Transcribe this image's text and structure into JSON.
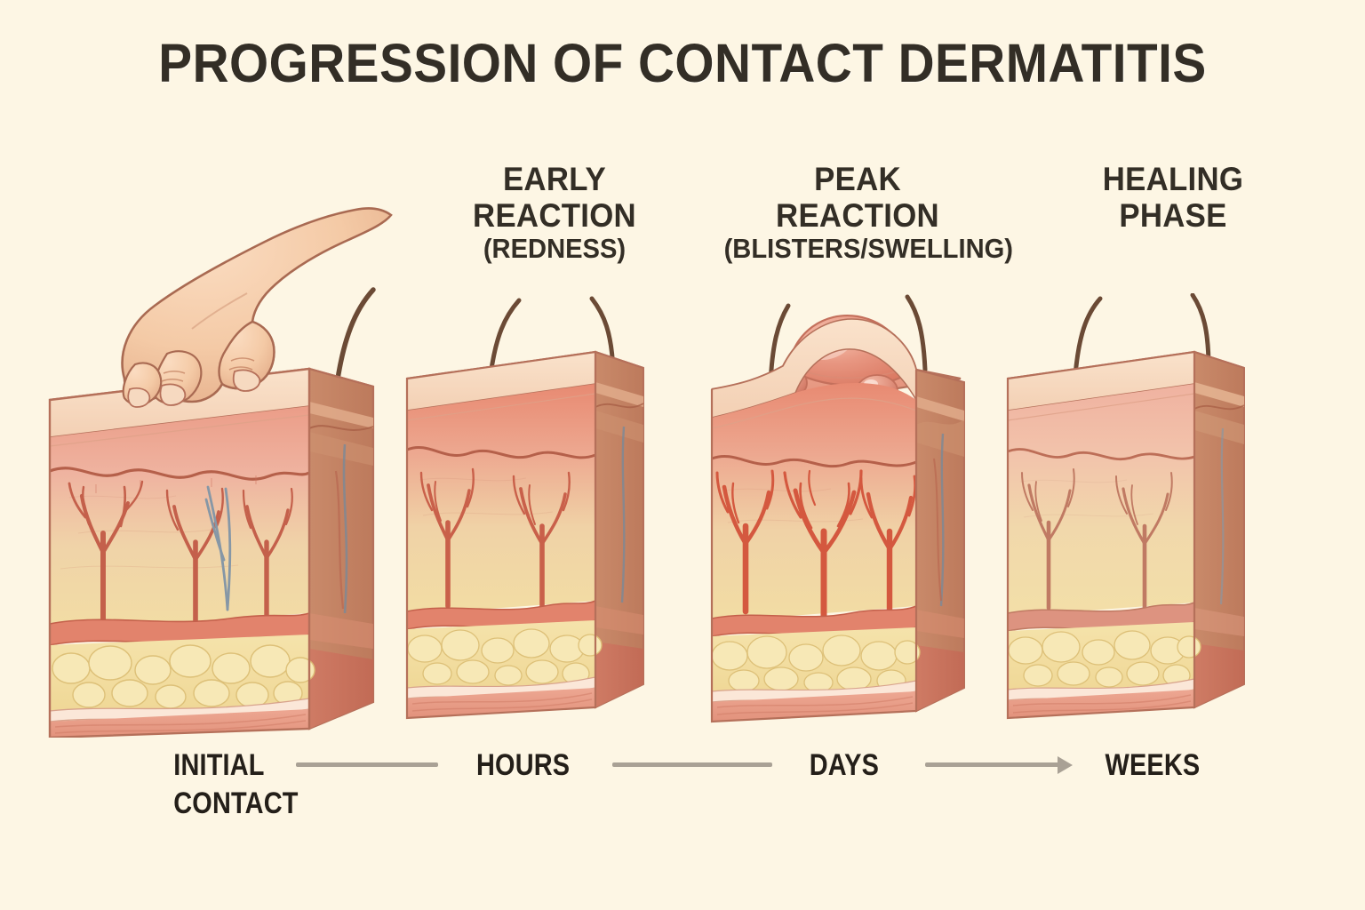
{
  "page": {
    "title": "PROGRESSION OF CONTACT DERMATITIS",
    "background_color": "#fdf6e4",
    "text_color": "#332e26"
  },
  "stages": [
    {
      "id": "initial-contact",
      "heading_line1": "",
      "heading_line2": "",
      "heading_sub": "",
      "timeline_label_line1": "INITIAL",
      "timeline_label_line2": "CONTACT",
      "has_hand": true,
      "hairs": 1,
      "blisters": 0,
      "vessel_color": "#c4604b",
      "dermis_top_color": "#eeae9e",
      "description": "Hand touching normal skin block"
    },
    {
      "id": "early-reaction",
      "heading_line1": "EARLY",
      "heading_line2": "REACTION",
      "heading_sub": "(REDNESS)",
      "timeline_label_line1": "HOURS",
      "timeline_label_line2": "",
      "has_hand": false,
      "hairs": 2,
      "blisters": 0,
      "vessel_color": "#c9604a",
      "dermis_top_color": "#eda693",
      "description": "Reddened skin block, dilated vessels"
    },
    {
      "id": "peak-reaction",
      "heading_line1": "PEAK",
      "heading_line2": "REACTION",
      "heading_sub": "(BLISTERS/SWELLING)",
      "timeline_label_line1": "DAYS",
      "timeline_label_line2": "",
      "has_hand": false,
      "hairs": 2,
      "blisters": 5,
      "vessel_color": "#d4583f",
      "dermis_top_color": "#f0a48f",
      "description": "Large dome blister plus four small vesicles, swelling"
    },
    {
      "id": "healing-phase",
      "heading_line1": "HEALING",
      "heading_line2": "PHASE",
      "heading_sub": "",
      "timeline_label_line1": "WEEKS",
      "timeline_label_line2": "",
      "has_hand": false,
      "hairs": 2,
      "blisters": 0,
      "vessel_color": "#c07a63",
      "dermis_top_color": "#f0b4a2",
      "description": "Calmer, paler skin block, muted vessels"
    }
  ],
  "timeline": {
    "connector_color": "#a9a195",
    "arrow_on_last": true,
    "labels": [
      "INITIAL CONTACT",
      "HOURS",
      "DAYS",
      "WEEKS"
    ]
  },
  "palette": {
    "background": "#fdf6e4",
    "surface": "#f1c3a6",
    "surface_side": "#c98a6a",
    "epidermis": "#f6dcc2",
    "dermis_upper": "#eda996",
    "dermis_lower": "#f0dca2",
    "fat": "#f3e0a4",
    "fat_cell": "#f5e4ad",
    "muscle": "#e9a08c",
    "fascia": "#fbe7d8",
    "vessel_red": "#c95f48",
    "vessel_dark": "#b04a34",
    "hair": "#6b4a35",
    "nerve_blue": "#8fa0ae",
    "outline": "#b5705a",
    "hand_skin": "#f6cfae",
    "hand_shadow": "#e2ab89",
    "hand_outline": "#a96a52",
    "blister": "#e79680",
    "blister_highlight": "#f6cdbd"
  }
}
